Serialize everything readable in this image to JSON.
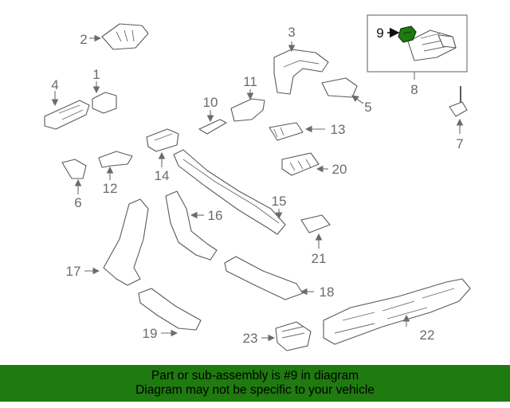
{
  "highlight_color": "#1f7a10",
  "highlighted_part": "9",
  "callouts": [
    "1",
    "2",
    "3",
    "4",
    "5",
    "6",
    "7",
    "8",
    "9",
    "10",
    "11",
    "12",
    "13",
    "14",
    "15",
    "16",
    "17",
    "18",
    "19",
    "20",
    "21",
    "22",
    "23"
  ],
  "banner": {
    "line1": "Part or sub-assembly is #9 in diagram",
    "line2": "Diagram may not be specific to your vehicle"
  }
}
